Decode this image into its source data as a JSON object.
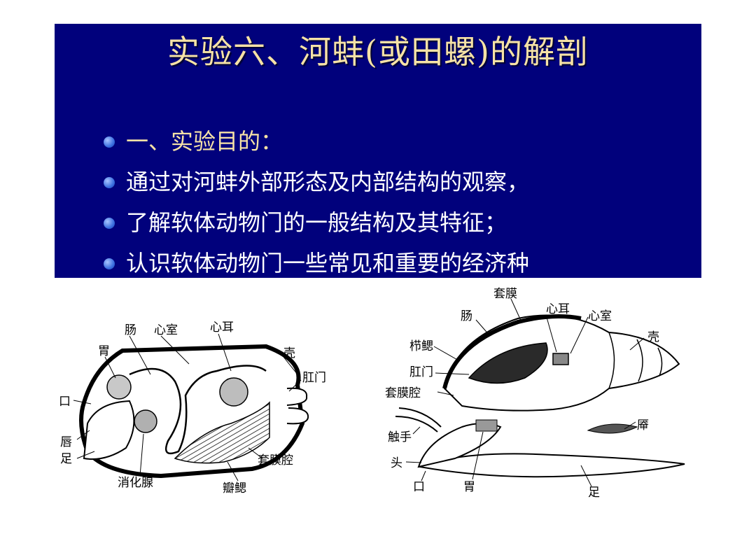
{
  "slide": {
    "title": "实验六、河蚌(或田螺)的解剖",
    "bullets": [
      {
        "text": "一、实验目的：",
        "style": "heading"
      },
      {
        "text": " 通过对河蚌外部形态及内部结构的观察，",
        "style": "body"
      },
      {
        "text": "了解软体动物门的一般结构及其特征；",
        "style": "body"
      },
      {
        "text": "认识软体动物门一些常见和重要的经济种",
        "style": "body"
      }
    ]
  },
  "colors": {
    "panel": "#01017c",
    "title": "#f6e2a6",
    "body_text": "#ffffff",
    "bullet": "#3b6fe0"
  },
  "mussel_diagram": {
    "labels": {
      "intestine": "肠",
      "ventricle": "心室",
      "atrium": "心耳",
      "stomach": "胃",
      "shell": "壳",
      "anus": "肛门",
      "mouth": "口",
      "labial_palp": "唇",
      "foot": "足",
      "mantle_cavity": "套膜腔",
      "digestive_gland": "消化腺",
      "gill": "瓣鳃"
    }
  },
  "snail_diagram": {
    "labels": {
      "mantle": "套膜",
      "intestine": "肠",
      "atrium": "心耳",
      "ventricle": "心室",
      "shell": "壳",
      "comb_gill": "栉鳃",
      "anus": "肛门",
      "mantle_cavity": "套膜腔",
      "operculum": "厣",
      "tentacle": "触手",
      "head": "头",
      "mouth": "口",
      "stomach": "胃",
      "foot": "足"
    }
  }
}
